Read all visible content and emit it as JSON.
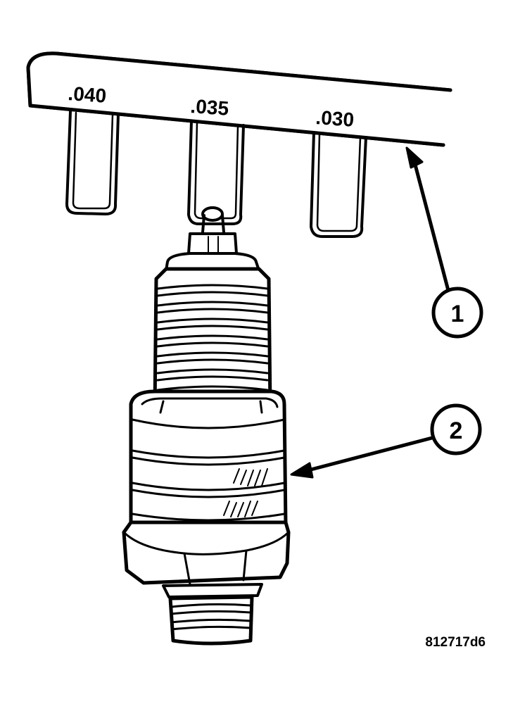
{
  "gauge": {
    "labels": [
      ".040",
      ".035",
      ".030"
    ]
  },
  "callouts": [
    {
      "number": "1"
    },
    {
      "number": "2"
    }
  ],
  "figure_id": "812717d6"
}
